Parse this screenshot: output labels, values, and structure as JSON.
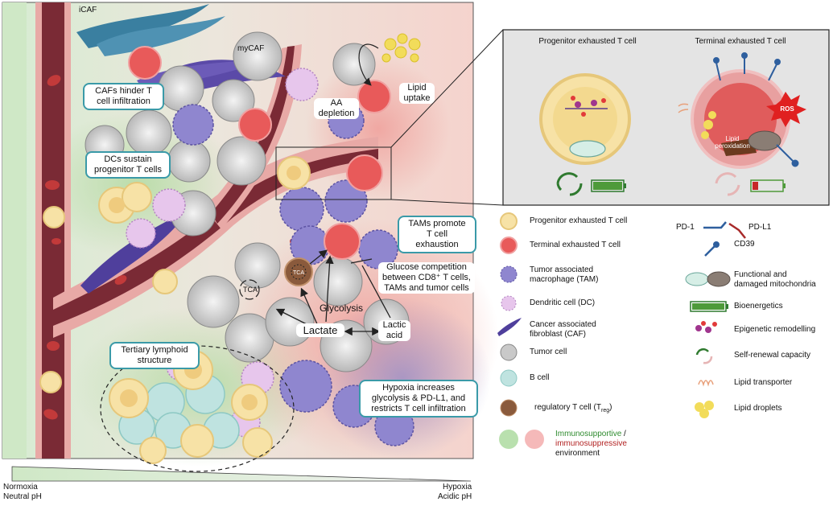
{
  "scene": {
    "caf_labels": {
      "icaf": "iCAF",
      "mycaf": "myCAF"
    },
    "callouts": {
      "cafs_hinder": "CAFs hinder T\ncell infiltration",
      "dcs_sustain": "DCs sustain\nprogenitor T cells",
      "tams_promote": "TAMs promote\nT cell exhaustion",
      "tertiary": "Tertiary lymphoid\nstructure",
      "hypoxia": "Hypoxia increases\nglycolysis & PD-L1, and\nrestricts T cell infiltration"
    },
    "plain_labels": {
      "aa_depletion": "AA\ndepletion",
      "lipid_uptake": "Lipid\nuptake",
      "glucose": "Glucose competition\nbetween CD8⁺ T cells,\nTAMs and tumor cells",
      "glycolysis": "Glycolysis",
      "lactate": "Lactate",
      "lactic_acid": "Lactic\nacid",
      "tca_left": "TCA",
      "tca_treg": "TCA"
    },
    "gradient": {
      "left_top": "Normoxia",
      "left_bottom": "Neutral pH",
      "right_top": "Hypoxia",
      "right_bottom": "Acidic pH"
    }
  },
  "inset": {
    "progenitor_title": "Progenitor exhausted T cell",
    "terminal_title": "Terminal exhausted T cell",
    "ros": "ROS",
    "lipid_peroxidation": "Lipid\nperoxidation"
  },
  "legend": {
    "left": [
      {
        "icon": "progenitor-t-cell-icon",
        "label": "Progenitor exhausted T cell"
      },
      {
        "icon": "terminal-t-cell-icon",
        "label": "Terminal exhausted T cell"
      },
      {
        "icon": "tam-icon",
        "label": "Tumor associated\nmacrophage (TAM)"
      },
      {
        "icon": "dendritic-cell-icon",
        "label": "Dendritic cell (DC)"
      },
      {
        "icon": "caf-icon",
        "label": "Cancer associated\nfibroblast (CAF)"
      },
      {
        "icon": "tumor-cell-icon",
        "label": "Tumor cell"
      },
      {
        "icon": "b-cell-icon",
        "label": "B cell"
      },
      {
        "icon": "treg-icon",
        "label": "regulatory T cell (T",
        "sub": "reg",
        "suffix": ")"
      }
    ],
    "environment": {
      "supportive": "Immunosupportive",
      "separator": " /",
      "suppressive": "immunosuppressive",
      "environment": "environment",
      "supportive_color": "#2e8b2e",
      "suppressive_color": "#b22222"
    },
    "right": [
      {
        "icon": "pd1-icon",
        "label": "PD-1"
      },
      {
        "icon": "pdl1-icon",
        "label": "PD-L1"
      },
      {
        "icon": "cd39-icon",
        "label": "CD39"
      },
      {
        "icon": "mitochondria-icon",
        "label": "Functional and\ndamaged mitochondria"
      },
      {
        "icon": "battery-icon",
        "label": "Bioenergetics"
      },
      {
        "icon": "epigenetic-icon",
        "label": "Epigenetic remodelling"
      },
      {
        "icon": "self-renewal-icon",
        "label": "Self-renewal capacity"
      },
      {
        "icon": "lipid-transporter-icon",
        "label": "Lipid transporter"
      },
      {
        "icon": "lipid-droplets-icon",
        "label": "Lipid droplets"
      }
    ]
  },
  "colors": {
    "vessel": "#7a2a35",
    "progenitor": "#f7e2a6",
    "terminal": "#e85a5a",
    "tam": "#8f86cf",
    "teal_border": "#3a9aa8",
    "green_env": "#cfe8c6",
    "red_env": "#f3c7c0"
  }
}
